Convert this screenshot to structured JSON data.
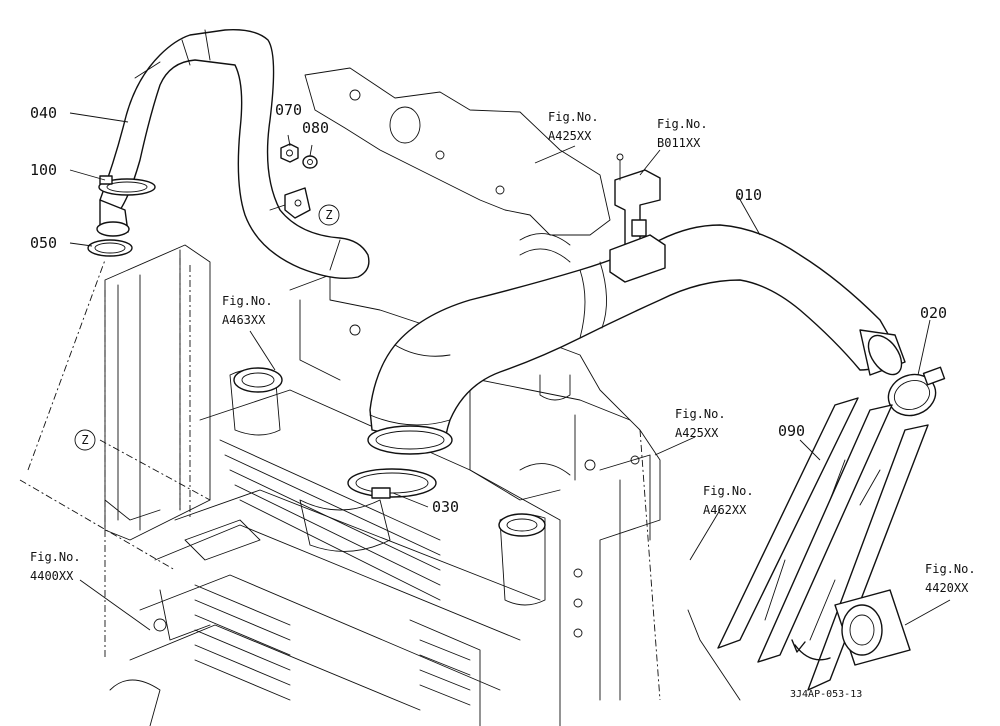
{
  "callouts": {
    "c010": "010",
    "c020": "020",
    "c030": "030",
    "c040": "040",
    "c050": "050",
    "c070": "070",
    "c080": "080",
    "c090": "090",
    "c100": "100"
  },
  "fig_refs": {
    "fig_label": "Fig.No.",
    "a425_top": "A425XX",
    "b011": "B011XX",
    "a463": "A463XX",
    "a425_mid": "A425XX",
    "a462": "A462XX",
    "r4400": "4400XX",
    "r4420": "4420XX"
  },
  "markers": {
    "z_top": "Z",
    "z_left": "Z"
  },
  "drawing_code": "3J4AP-053-13"
}
